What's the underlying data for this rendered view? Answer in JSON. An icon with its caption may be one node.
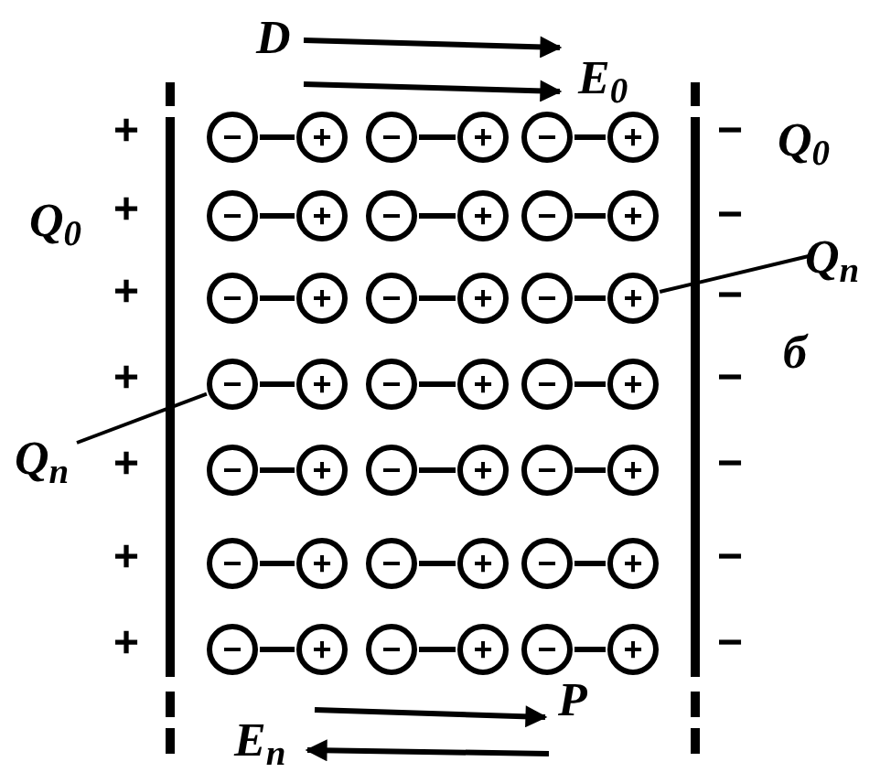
{
  "diagram": {
    "nodes": [
      {
        "text": [
          "−"
        ]
      },
      {
        "text": [
          "+"
        ]
      },
      {
        "text": [
          "−"
        ]
      },
      {
        "text": [
          "+"
        ]
      },
      {
        "text": [
          "−"
        ]
      },
      {
        "text": [
          "+"
        ]
      },
      {
        "text": [
          "−"
        ]
      },
      {
        "text": [
          "+"
        ]
      },
      {
        "text": [
          "−"
        ]
      },
      {
        "text": [
          "+"
        ]
      },
      {
        "text": [
          "−"
        ]
      },
      {
        "text": [
          "+"
        ]
      },
      {
        "text": [
          "−"
        ]
      },
      {
        "text": [
          "+"
        ]
      },
      {
        "text": [
          "−"
        ]
      },
      {
        "text": [
          "+"
        ]
      },
      {
        "text": [
          "−"
        ]
      },
      {
        "text": [
          "+"
        ]
      },
      {
        "text": [
          "−"
        ]
      },
      {
        "text": [
          "+"
        ]
      },
      {
        "text": [
          "−"
        ]
      },
      {
        "text": [
          "+"
        ]
      },
      {
        "text": [
          "−"
        ]
      },
      {
        "text": [
          "+"
        ]
      },
      {
        "text": [
          "−"
        ]
      },
      {
        "text": [
          "+"
        ]
      },
      {
        "text": [
          "−"
        ]
      },
      {
        "text": [
          "+"
        ]
      },
      {
        "text": [
          "−"
        ]
      },
      {
        "text": [
          "+"
        ]
      },
      {
        "text": [
          "−"
        ]
      },
      {
        "text": [
          "+"
        ]
      },
      {
        "text": [
          "−"
        ]
      },
      {
        "text": [
          "+"
        ]
      },
      {
        "text": [
          "−"
        ]
      },
      {
        "text": [
          "+"
        ]
      },
      {
        "text": [
          "−"
        ]
      },
      {
        "text": [
          "+"
        ]
      },
      {
        "text": [
          "−"
        ]
      },
      {
        "text": [
          "+"
        ]
      },
      {
        "text": [
          "−"
        ]
      },
      {
        "text": [
          "+"
        ]
      },
      {
        "text": [
          "Q$_{п}$"
        ]
      },
      {
        "text": [
          "Q$_{п}$"
        ]
      }
    ],
    "edges": [
      {
        "from": 0,
        "to": 1,
        "arrow": "none"
      },
      {
        "from": 2,
        "to": 3,
        "arrow": "none"
      },
      {
        "from": 4,
        "to": 5,
        "arrow": "none"
      },
      {
        "from": 6,
        "to": 7,
        "arrow": "none"
      },
      {
        "from": 8,
        "to": 9,
        "arrow": "none"
      },
      {
        "from": 10,
        "to": 11,
        "arrow": "none"
      },
      {
        "from": 12,
        "to": 13,
        "arrow": "none"
      },
      {
        "from": 14,
        "to": 15,
        "arrow": "none"
      },
      {
        "from": 16,
        "to": 17,
        "arrow": "none"
      },
      {
        "from": 18,
        "to": 19,
        "arrow": "none"
      },
      {
        "from": 20,
        "to": 21,
        "arrow": "none"
      },
      {
        "from": 22,
        "to": 23,
        "arrow": "none"
      },
      {
        "from": 24,
        "to": 25,
        "arrow": "none"
      },
      {
        "from": 26,
        "to": 27,
        "arrow": "none"
      },
      {
        "from": 28,
        "to": 29,
        "arrow": "none"
      },
      {
        "from": 30,
        "to": 31,
        "arrow": "none"
      },
      {
        "from": 32,
        "to": 33,
        "arrow": "none"
      },
      {
        "from": 34,
        "to": 35,
        "arrow": "none"
      },
      {
        "from": 36,
        "to": 37,
        "arrow": "none"
      },
      {
        "from": 38,
        "to": 39,
        "arrow": "none"
      },
      {
        "from": 40,
        "to": 41,
        "arrow": "none"
      },
      {
        "from": 42,
        "to": 17,
        "arrow": "none"
      },
      {
        "from": 43,
        "to": 18,
        "arrow": "none"
      }
    ],
    "labels": [
      "D",
      "E$_{0}$",
      "+",
      "−",
      "Q$_{0}$",
      "Q$_{0}$",
      "+",
      "−",
      "+",
      "−",
      "+",
      "−",
      "б",
      "+",
      "−",
      "+",
      "−",
      "+",
      "−",
      "P",
      "E$_{п}$"
    ]
  }
}
